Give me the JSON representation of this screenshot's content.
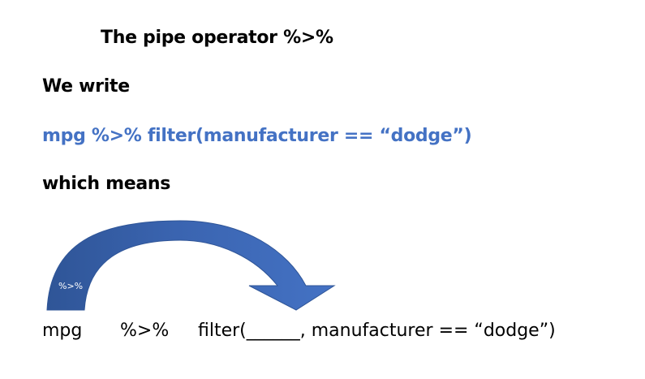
{
  "title": "The pipe operator %>%",
  "we_write": "We write",
  "code_line": "mpg %>% filter(manufacturer == “dodge”)",
  "which_means": "which means",
  "arrow_label": "%>%",
  "bottom": {
    "mpg": "mpg",
    "pipe": "%>%",
    "filter": "filter(______, manufacturer == “dodge”)"
  },
  "colors": {
    "code_text": "#4472C4",
    "arrow_light": "#4472C4",
    "arrow_dark": "#2F5597"
  }
}
